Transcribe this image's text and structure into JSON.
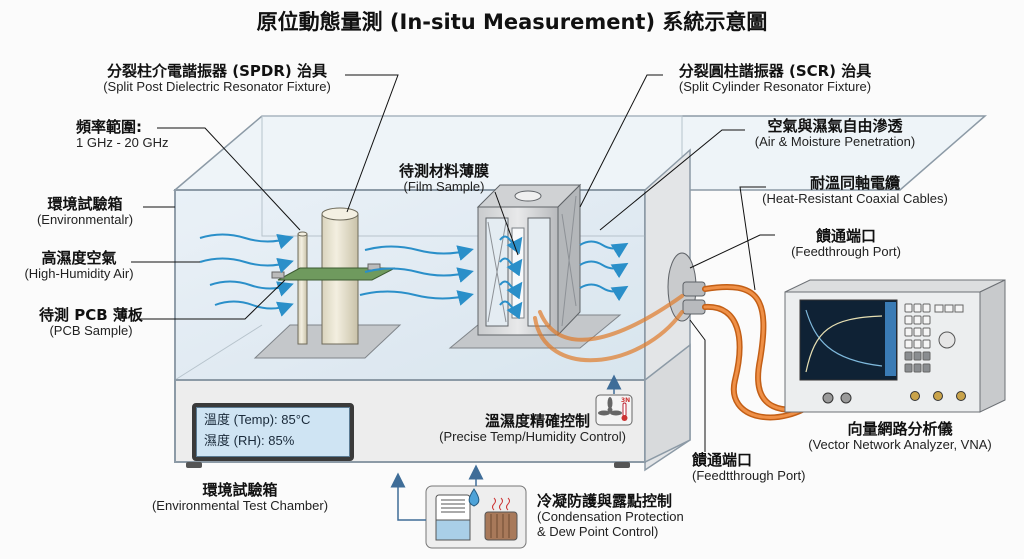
{
  "title": "原位動態量測 (In-situ Measurement) 系統示意圖",
  "labels": {
    "spdr": {
      "zh": "分裂柱介電諧振器 (SPDR) 治具",
      "en": "(Split Post Dielectric Resonator Fixture)"
    },
    "freq": {
      "zh": "頻率範圍:",
      "en": "1 GHz - 20 GHz"
    },
    "chamber_side": {
      "zh": "環境試驗箱",
      "en": "(Environmentalr)"
    },
    "humid_air": {
      "zh": "高濕度空氣",
      "en": "(High-Humidity Air)"
    },
    "pcb": {
      "zh": "待測 PCB 薄板",
      "en": "(PCB Sample)"
    },
    "film": {
      "zh": "待測材料薄膜",
      "en": "(Film Sample)"
    },
    "scr": {
      "zh": "分裂圓柱諧振器 (SCR) 治具",
      "en": "(Split Cylinder Resonator Fixture)"
    },
    "air_moisture": {
      "zh": "空氣與濕氣自由滲透",
      "en": "(Air & Moisture Penetration)"
    },
    "cables": {
      "zh": "耐溫同軸電纜",
      "en": "(Heat-Resistant Coaxial Cables)"
    },
    "feedthrough_top": {
      "zh": "饋通端口",
      "en": "(Feedthrough Port)"
    },
    "vna": {
      "zh": "向量網路分析儀",
      "en": "(Vector Network Analyzer, VNA)"
    },
    "feedthrough_bottom": {
      "zh": "饋通端口",
      "en": "(Feedtthrough Port)"
    },
    "control": {
      "zh": "溫濕度精確控制",
      "en": "(Precise Temp/Humidity Control)"
    },
    "chamber_bottom": {
      "zh": "環境試驗箱",
      "en": "(Environmental Test Chamber)"
    },
    "condensation": {
      "zh": "冷凝防護與露點控制",
      "en1": "(Condensation Protection",
      "en2": "& Dew Point Control)"
    }
  },
  "display": {
    "temp": "溫度 (Temp): 85°C",
    "rh": "濕度 (RH): 85%"
  },
  "control_icon_badge": "3N",
  "colors": {
    "air_flow": "#2a8fc9",
    "cable": "#e07b2a",
    "glass": "#dfeaf2",
    "arrow": "#3f6d98",
    "pcb": "#6f9a5e"
  }
}
